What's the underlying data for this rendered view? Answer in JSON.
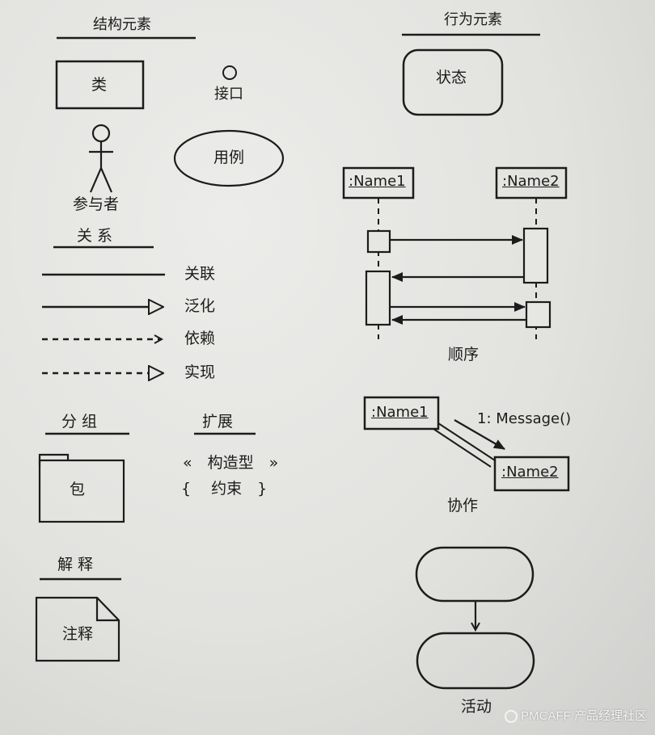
{
  "structural": {
    "header": "结构元素",
    "class_label": "类",
    "interface_label": "接口",
    "usecase_label": "用例",
    "actor_label": "参与者"
  },
  "behavioral": {
    "header": "行为元素",
    "state_label": "状态",
    "sequence_label": "顺序",
    "collab_label": "协作",
    "activity_label": "活动"
  },
  "relationships": {
    "header": "关 系",
    "items": [
      "关联",
      "泛化",
      "依赖",
      "实现"
    ]
  },
  "grouping": {
    "header": "分 组",
    "package_label": "包"
  },
  "extension": {
    "header": "扩展",
    "stereotype": "«　构造型　»",
    "constraint": "{　 约束　}"
  },
  "annotation": {
    "header": "解 释",
    "note_label": "注释"
  },
  "sequence": {
    "obj1": ":Name1",
    "obj2": ":Name2"
  },
  "collaboration": {
    "obj1": ":Name1",
    "obj2": ":Name2",
    "message": "1: Message()"
  },
  "watermark": "PMCAFF 产品经理社区"
}
